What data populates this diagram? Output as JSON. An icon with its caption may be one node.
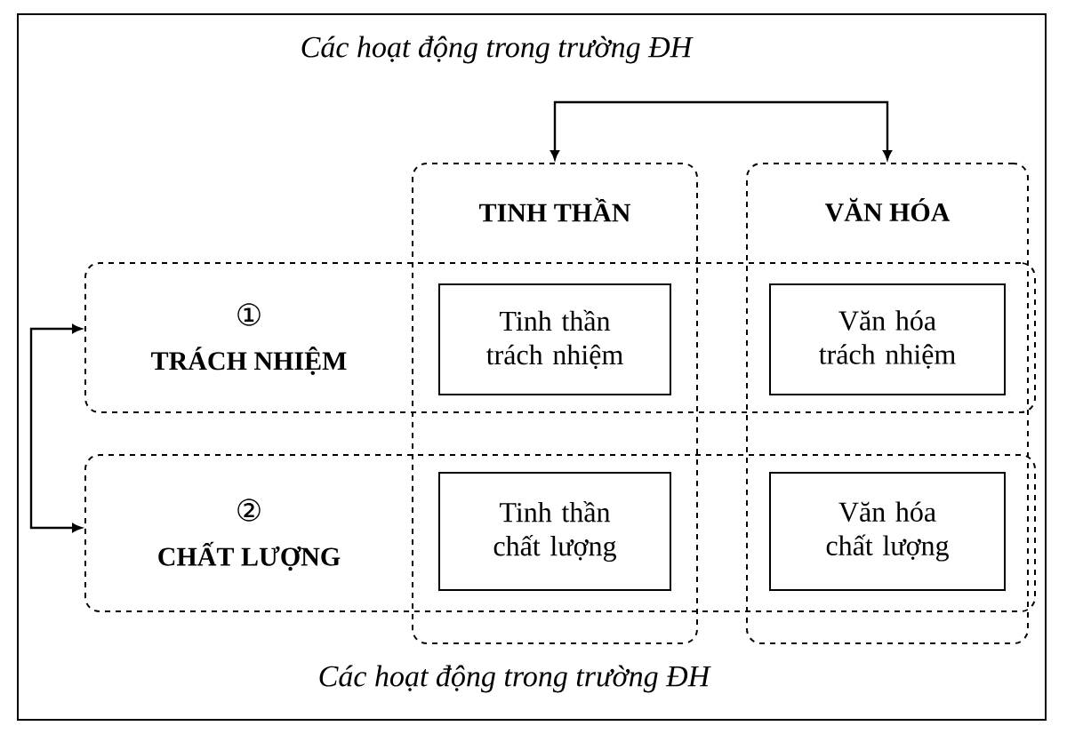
{
  "diagram": {
    "nodes": [
      {
        "text": [
          "Các hoạt động trong trường ĐH",
          "Các hoạt động trong trường ĐH"
        ]
      },
      {
        "text": [
          "TINH THẦN"
        ],
        "in": 0
      },
      {
        "text": [
          "VĂN HÓA"
        ],
        "in": 0
      },
      {
        "text": [
          "①",
          "TRÁCH NHIỆM"
        ],
        "in": 0
      },
      {
        "text": [
          "Tinh thần trách nhiệm"
        ]
      },
      {
        "text": [
          "Văn hóa trách nhiệm"
        ]
      },
      {
        "text": [
          "②",
          "CHẤT LƯỢNG"
        ],
        "in": 0
      },
      {
        "text": [
          "Tinh thần chất lượng"
        ]
      },
      {
        "text": [
          "Văn hóa chất lượng"
        ]
      }
    ],
    "edges": [
      {
        "from": 1,
        "to": 2,
        "arrow": "both"
      },
      {
        "from": 3,
        "to": 6,
        "arrow": "both"
      }
    ]
  }
}
